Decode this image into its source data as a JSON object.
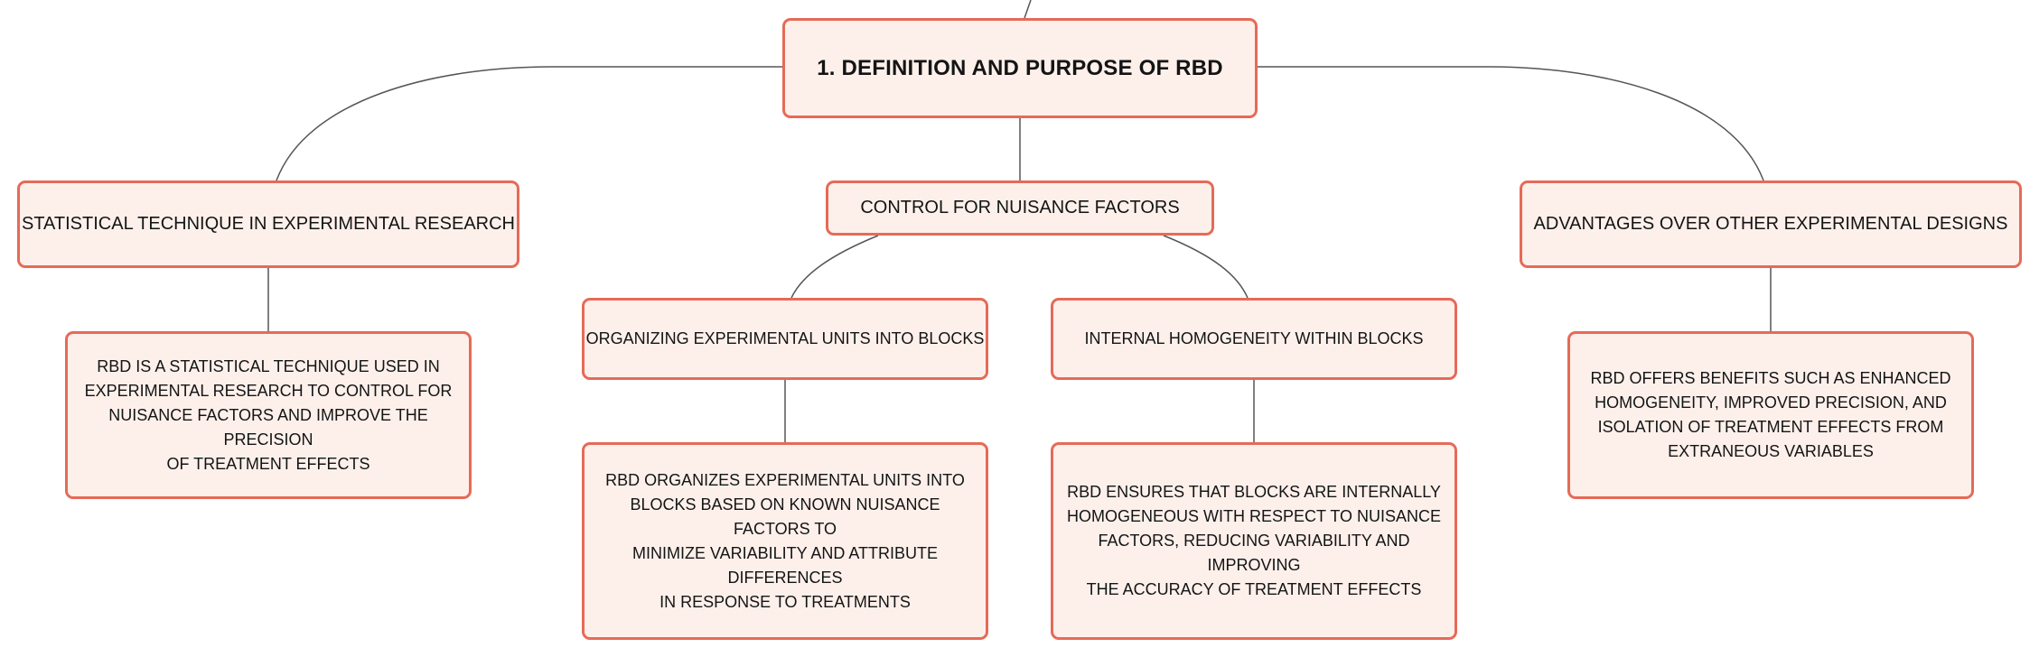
{
  "diagram": {
    "root": {
      "label": "1. DEFINITION AND PURPOSE OF RBD"
    },
    "branches": [
      {
        "label": "STATISTICAL TECHNIQUE IN EXPERIMENTAL RESEARCH",
        "detail": [
          "RBD IS A STATISTICAL TECHNIQUE USED IN",
          "EXPERIMENTAL RESEARCH TO CONTROL FOR",
          "NUISANCE FACTORS AND IMPROVE THE PRECISION",
          "OF TREATMENT EFFECTS"
        ]
      },
      {
        "label": "CONTROL FOR NUISANCE FACTORS",
        "children": [
          {
            "label": "ORGANIZING EXPERIMENTAL UNITS INTO BLOCKS",
            "detail": [
              "RBD ORGANIZES EXPERIMENTAL UNITS INTO",
              "BLOCKS BASED ON KNOWN NUISANCE FACTORS TO",
              "MINIMIZE VARIABILITY AND ATTRIBUTE DIFFERENCES",
              "IN RESPONSE TO TREATMENTS"
            ]
          },
          {
            "label": "INTERNAL HOMOGENEITY WITHIN BLOCKS",
            "detail": [
              "RBD ENSURES THAT BLOCKS ARE INTERNALLY",
              "HOMOGENEOUS WITH RESPECT TO NUISANCE",
              "FACTORS, REDUCING VARIABILITY AND IMPROVING",
              "THE ACCURACY OF TREATMENT EFFECTS"
            ]
          }
        ]
      },
      {
        "label": "ADVANTAGES OVER OTHER EXPERIMENTAL DESIGNS",
        "detail": [
          "RBD OFFERS BENEFITS SUCH AS ENHANCED",
          "HOMOGENEITY, IMPROVED PRECISION, AND",
          "ISOLATION OF TREATMENT EFFECTS FROM",
          "EXTRANEOUS VARIABLES"
        ]
      }
    ],
    "colors": {
      "node_fill": "#fdf0eb",
      "node_border": "#e66a57",
      "connector": "#555555",
      "text": "#141414"
    }
  }
}
